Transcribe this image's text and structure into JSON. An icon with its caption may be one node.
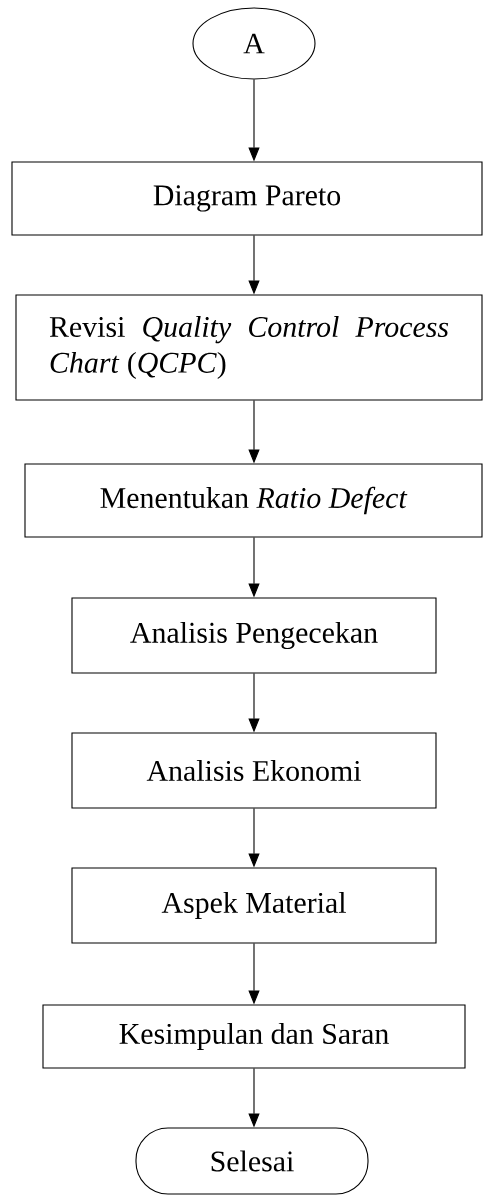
{
  "diagram": {
    "nodes": [
      {
        "text": [
          "A"
        ]
      },
      {
        "text": [
          "Diagram Pareto"
        ]
      },
      {
        "text": [
          "Revisi *Quality Control Process Chart* (*QCPC*)"
        ]
      },
      {
        "text": [
          "Menentukan *Ratio Defect*"
        ]
      },
      {
        "text": [
          "Analisis Pengecekan"
        ]
      },
      {
        "text": [
          "Analisis Ekonomi"
        ]
      },
      {
        "text": [
          "Aspek Material"
        ]
      },
      {
        "text": [
          "Kesimpulan dan Saran"
        ]
      },
      {
        "text": [
          "Selesai"
        ]
      }
    ],
    "edges": [
      {
        "from": 0,
        "to": 1,
        "arrow": "to"
      },
      {
        "from": 1,
        "to": 2,
        "arrow": "to"
      },
      {
        "from": 2,
        "to": 3,
        "arrow": "to"
      },
      {
        "from": 3,
        "to": 4,
        "arrow": "to"
      },
      {
        "from": 4,
        "to": 5,
        "arrow": "to"
      },
      {
        "from": 5,
        "to": 6,
        "arrow": "to"
      },
      {
        "from": 6,
        "to": 7,
        "arrow": "to"
      },
      {
        "from": 7,
        "to": 8,
        "arrow": "to"
      }
    ]
  }
}
